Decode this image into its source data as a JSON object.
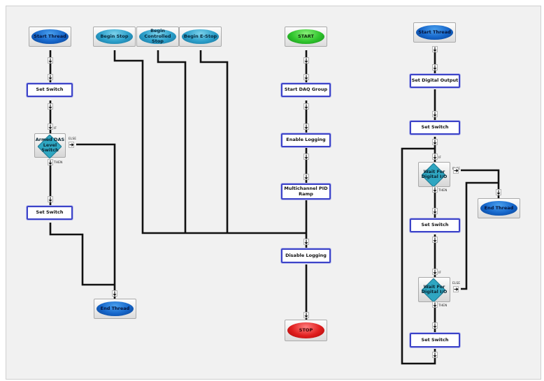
{
  "colors": {
    "wire": "#111111",
    "step_border": "#3c43c8",
    "thread_blue": "#1565c9",
    "stop_teal": "#2a9ec9",
    "start_green": "#2fc42c",
    "stop_red": "#e01e1e",
    "decision_teal": "#2fa6c1",
    "background": "#f1f1f1"
  },
  "icons": {
    "down_arrow": "arrow-down-icon",
    "right_arrow": "arrow-right-icon",
    "decision": "diamond-icon"
  },
  "branch_labels": {
    "if": "IF",
    "then": "THEN",
    "else": "ELSE"
  },
  "thread1": {
    "start": "Start Thread",
    "set_switch_1": "Set Switch",
    "decision": "Armed DAS Level Switch",
    "set_switch_2": "Set Switch",
    "end": "End Thread"
  },
  "stops": {
    "begin_stop": "Begin Stop",
    "begin_controlled_stop": "Begin Controlled Stop",
    "begin_estop": "Begin E-Stop"
  },
  "main": {
    "start": "START",
    "start_daq": "Start DAQ Group",
    "enable_logging": "Enable Logging",
    "pid_ramp": "Multichannel PID Ramp",
    "disable_logging": "Disable Logging",
    "stop": "STOP"
  },
  "thread2": {
    "start": "Start Thread",
    "set_digital_output": "Set Digital Output",
    "set_switch_1": "Set Switch",
    "wait_1": "Wait For Digital I/O",
    "end": "End Thread",
    "set_switch_2": "Set Switch",
    "wait_2": "Wait For Digital I/O",
    "set_switch_3": "Set Switch"
  }
}
